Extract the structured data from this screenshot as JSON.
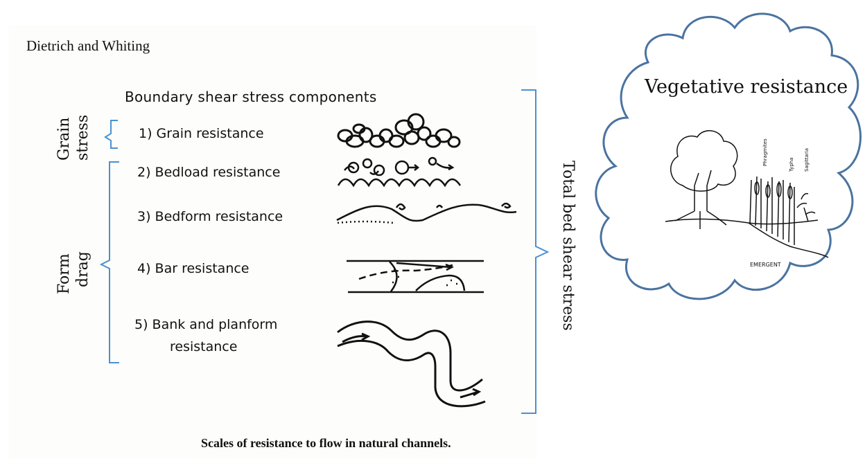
{
  "author": "Dietrich and Whiting",
  "heading": "Boundary shear stress components",
  "items": [
    {
      "label": "1) Grain resistance"
    },
    {
      "label": "2) Bedload resistance"
    },
    {
      "label": "3) Bedform resistance"
    },
    {
      "label": "4) Bar resistance"
    },
    {
      "label": "5) Bank and planform",
      "label2": "resistance"
    }
  ],
  "groups": {
    "grain_line1": "Grain",
    "grain_line2": "stress",
    "form_line1": "Form",
    "form_line2": "drag",
    "total": "Total bed shear stress"
  },
  "caption": "Scales of resistance to flow in natural channels.",
  "cloud": {
    "title": "Vegetative resistance",
    "plants": [
      "Phragmites",
      "Typha",
      "Sagittaria"
    ],
    "zone": "EMERGENT"
  },
  "colors": {
    "bracket": "#4a90d0",
    "cloud_outline": "#4a73a0",
    "ink": "#111111"
  }
}
